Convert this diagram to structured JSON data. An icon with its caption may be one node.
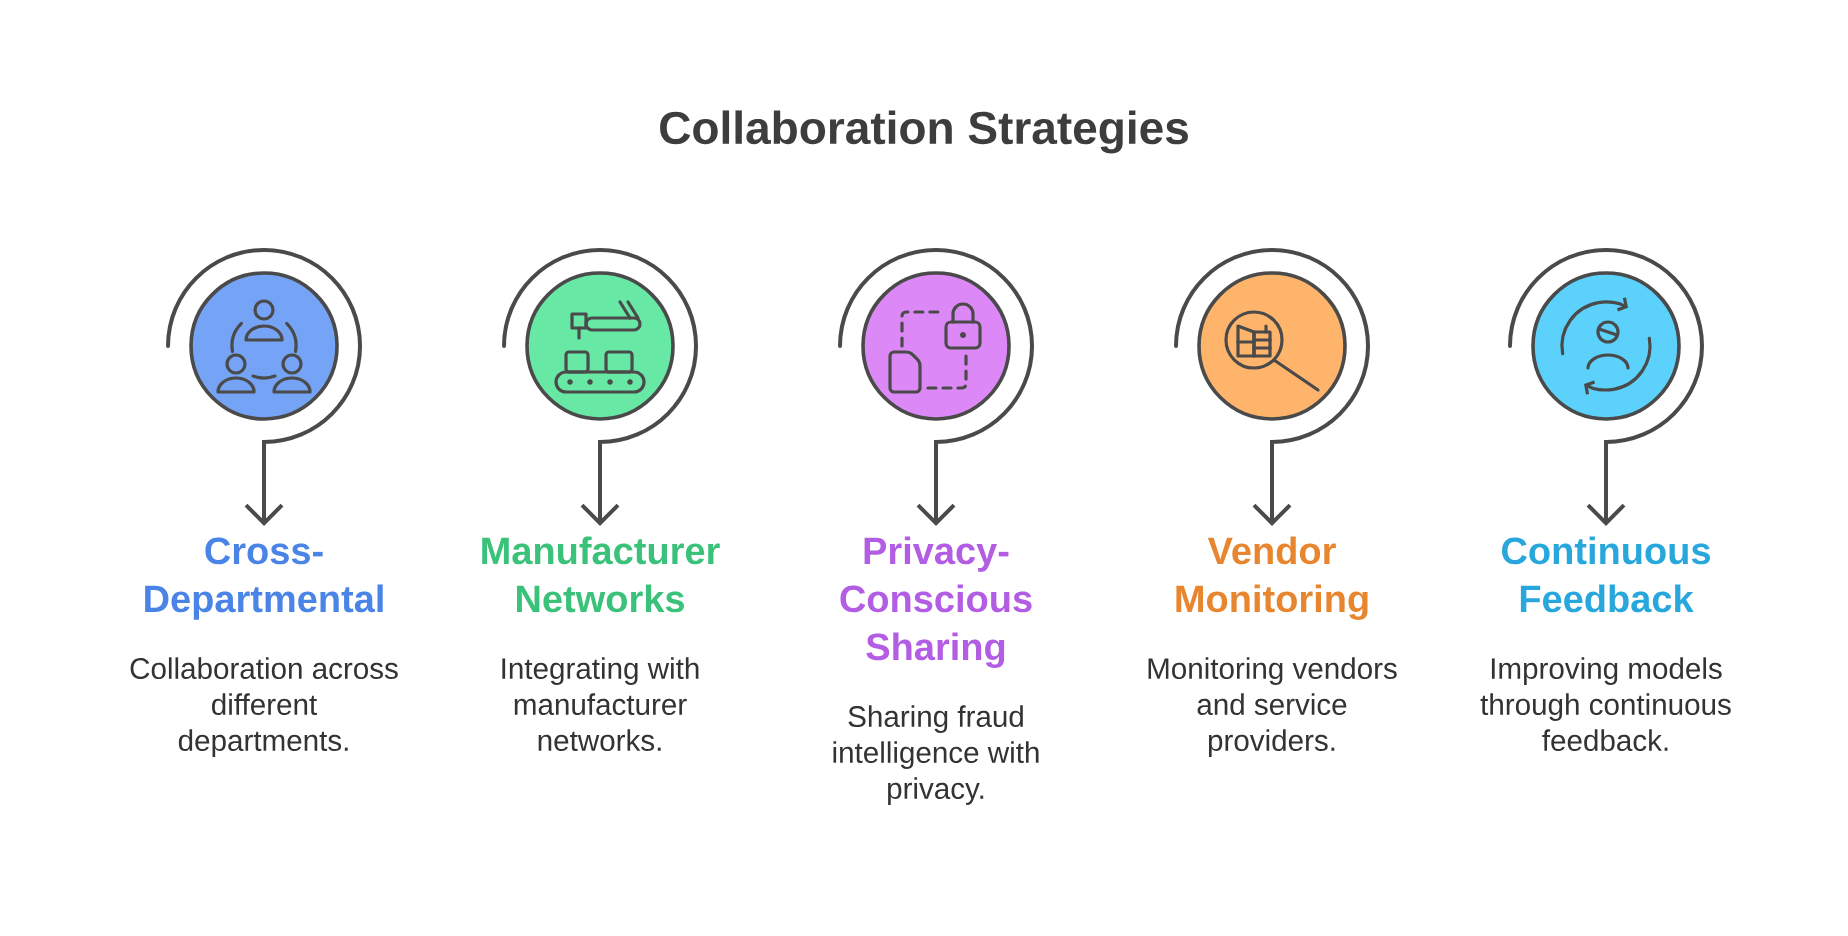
{
  "diagram": {
    "title": "Collaboration Strategies",
    "nodes": [
      {
        "text": [],
        "shape": "circle"
      },
      {
        "text": [
          "Cross-Departmental",
          "Collaboration across different departments."
        ]
      },
      {
        "text": [],
        "shape": "circle"
      },
      {
        "text": [
          "Manufacturer Networks",
          "Integrating with manufacturer networks."
        ]
      },
      {
        "text": [],
        "shape": "circle"
      },
      {
        "text": [
          "Privacy-Conscious Sharing",
          "Sharing fraud intelligence with privacy."
        ]
      },
      {
        "text": [],
        "shape": "circle"
      },
      {
        "text": [
          "Vendor Monitoring",
          "Monitoring vendors and service providers."
        ]
      },
      {
        "text": [],
        "shape": "circle"
      },
      {
        "text": [
          "Continuous Feedback",
          "Improving models through continuous feedback."
        ]
      }
    ],
    "edges": [
      {
        "from": 0,
        "to": 1,
        "arrow": "to"
      },
      {
        "from": 2,
        "to": 3,
        "arrow": "to"
      },
      {
        "from": 4,
        "to": 5,
        "arrow": "to"
      },
      {
        "from": 6,
        "to": 7,
        "arrow": "to"
      },
      {
        "from": 8,
        "to": 9,
        "arrow": "to"
      }
    ]
  }
}
